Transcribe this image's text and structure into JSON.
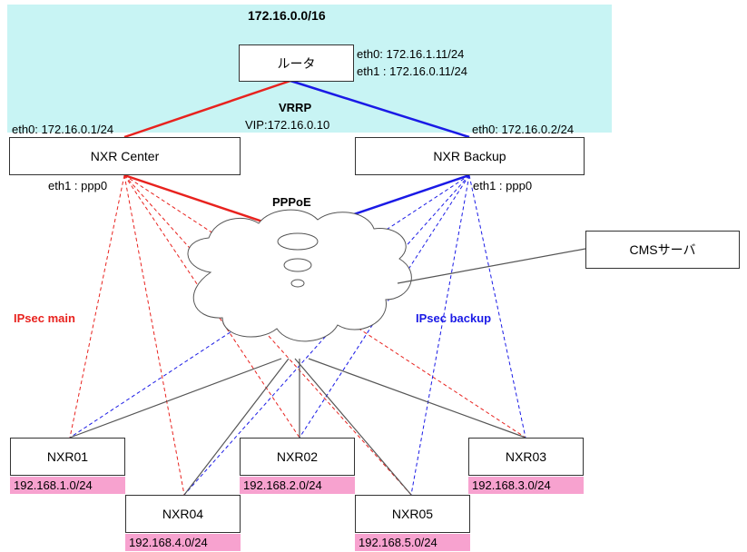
{
  "colors": {
    "lan_bg": "#c8f4f4",
    "main": "#e8221e",
    "backup": "#1a1ae6",
    "subnet_bg": "#f7a2cf",
    "plain_line": "#555555"
  },
  "lan": {
    "label": "172.16.0.0/16"
  },
  "router": {
    "label": "ルータ",
    "eth0": "eth0: 172.16.1.11/24",
    "eth1": "eth1 : 172.16.0.11/24"
  },
  "vrrp": {
    "label": "VRRP",
    "vip": "VIP:172.16.0.10"
  },
  "center": {
    "label": "NXR Center",
    "eth0": "eth0: 172.16.0.1/24",
    "eth1": "eth1 : ppp0"
  },
  "backup": {
    "label": "NXR Backup",
    "eth0": "eth0: 172.16.0.2/24",
    "eth1": "eth1 : ppp0"
  },
  "pppoe": {
    "label": "PPPoE"
  },
  "cms": {
    "label": "CMSサーバ"
  },
  "ipsec": {
    "main": "IPsec main",
    "backup": "IPsec backup"
  },
  "sites": [
    {
      "label": "NXR01",
      "subnet": "192.168.1.0/24"
    },
    {
      "label": "NXR02",
      "subnet": "192.168.2.0/24"
    },
    {
      "label": "NXR03",
      "subnet": "192.168.3.0/24"
    },
    {
      "label": "NXR04",
      "subnet": "192.168.4.0/24"
    },
    {
      "label": "NXR05",
      "subnet": "192.168.5.0/24"
    }
  ]
}
